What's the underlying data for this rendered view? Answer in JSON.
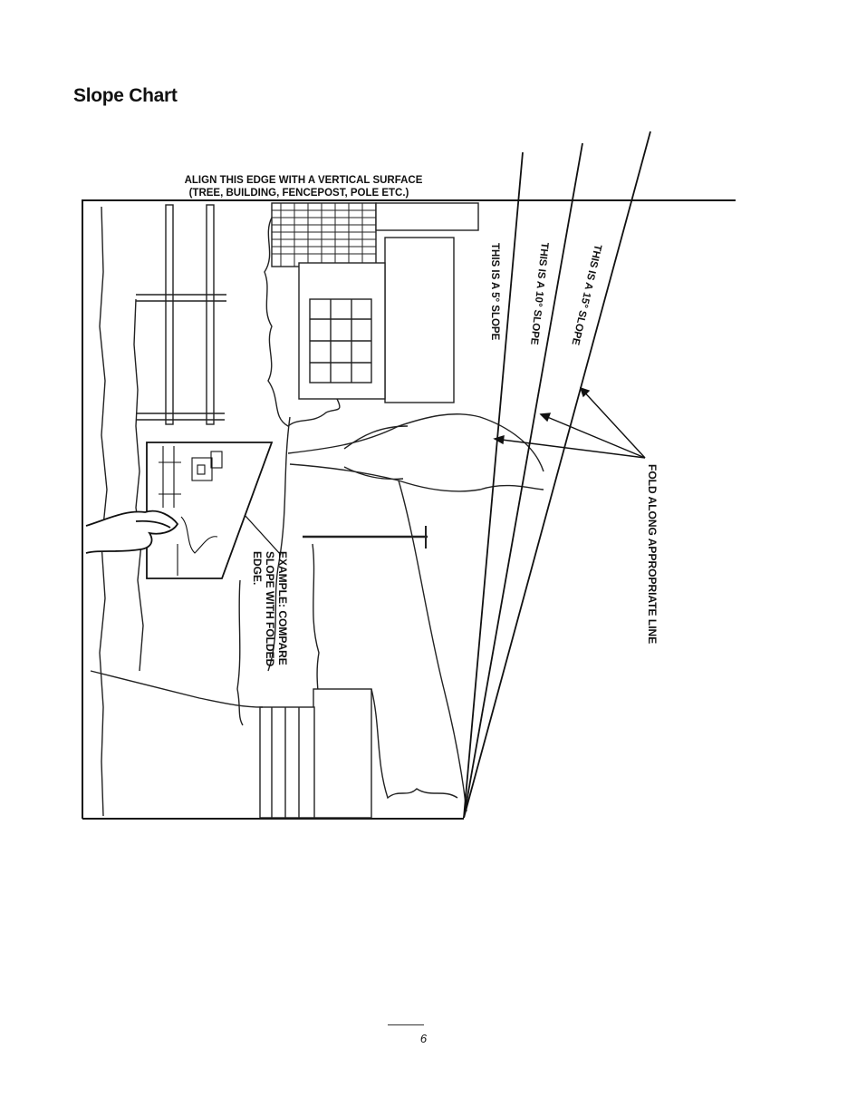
{
  "page": {
    "title": "Slope Chart",
    "page_number": "6"
  },
  "chart": {
    "align_line1": "ALIGN THIS EDGE WITH A VERTICAL SURFACE",
    "align_line2": "(TREE, BUILDING, FENCEPOST, POLE ETC.)",
    "slope_5": "THIS IS A 5° SLOPE",
    "slope_10": "THIS IS A 10° SLOPE",
    "slope_15": "THIS IS A 15° SLOPE",
    "fold_label": "FOLD ALONG APPROPRIATE LINE",
    "example_line1": "EXAMPLE: COMPARE",
    "example_line2": "SLOPE WITH FOLDED",
    "example_line3": "EDGE."
  }
}
